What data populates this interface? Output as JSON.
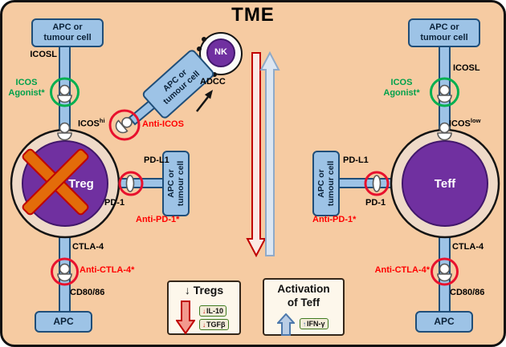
{
  "title": "TME",
  "icons": {
    "down_arrow": "↓",
    "up_arrow": "↑"
  },
  "colors": {
    "background": "#F6CBA2",
    "cell_purple": "#7030A0",
    "cell_membrane": "#EFDAC8",
    "box_blue": "#9DC3E6",
    "box_blue_border": "#1F4E79",
    "inhibit_ring_red": "#E8112D",
    "agonist_ring_green": "#00B050",
    "cross_orange": "#E36C0A",
    "anti_label_red": "#FF0000"
  },
  "nk": {
    "label": "NK",
    "adcc_label": "ADCC"
  },
  "left": {
    "apc_top_line1": "APC or",
    "apc_top_line2": "tumour cell",
    "icosl": "ICOSL",
    "agonist_line1": "ICOS",
    "agonist_line2": "Agonist*",
    "icos_base": "ICOS",
    "icos_sup": "hi",
    "anti_icos": "Anti-ICOS",
    "apc_diag_line1": "APC or",
    "apc_diag_line2": "tumour cell",
    "cell": "Treg",
    "pd_apc_line1": "APC or",
    "pd_apc_line2": "tumour cell",
    "pdl1": "PD-L1",
    "pd1": "PD-1",
    "anti_pd1": "Anti-PD-1*",
    "ctla4": "CTLA-4",
    "anti_ctla4": "Anti-CTLA-4*",
    "cd8086": "CD80/86",
    "apc_bottom": "APC"
  },
  "right": {
    "apc_top_line1": "APC or",
    "apc_top_line2": "tumour cell",
    "icosl": "ICOSL",
    "agonist_line1": "ICOS",
    "agonist_line2": "Agonist*",
    "icos_base": "ICOS",
    "icos_sup": "low",
    "cell": "Teff",
    "pd_apc_line1": "APC or",
    "pd_apc_line2": "tumour cell",
    "pdl1": "PD-L1",
    "pd1": "PD-1",
    "anti_pd1": "Anti-PD-1*",
    "ctla4": "CTLA-4",
    "anti_ctla4": "Anti-CTLA-4*",
    "cd8086": "CD80/86",
    "apc_bottom": "APC"
  },
  "legend": {
    "tregs_title": "Tregs",
    "tregs_items": [
      "IL-10",
      "TGFβ"
    ],
    "teff_title_line1": "Activation",
    "teff_title_line2": "of Teff",
    "teff_item": "IFN-γ"
  }
}
